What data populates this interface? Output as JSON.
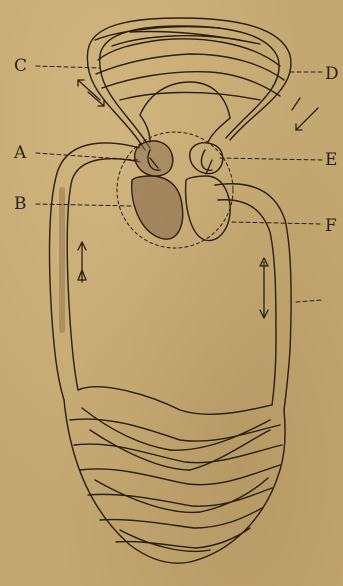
{
  "labels": {
    "a": "A",
    "b": "B",
    "c": "C",
    "d": "D",
    "e": "E",
    "f": "F"
  },
  "colors": {
    "paper": "#c4a872",
    "ink": "#2a1e12"
  }
}
